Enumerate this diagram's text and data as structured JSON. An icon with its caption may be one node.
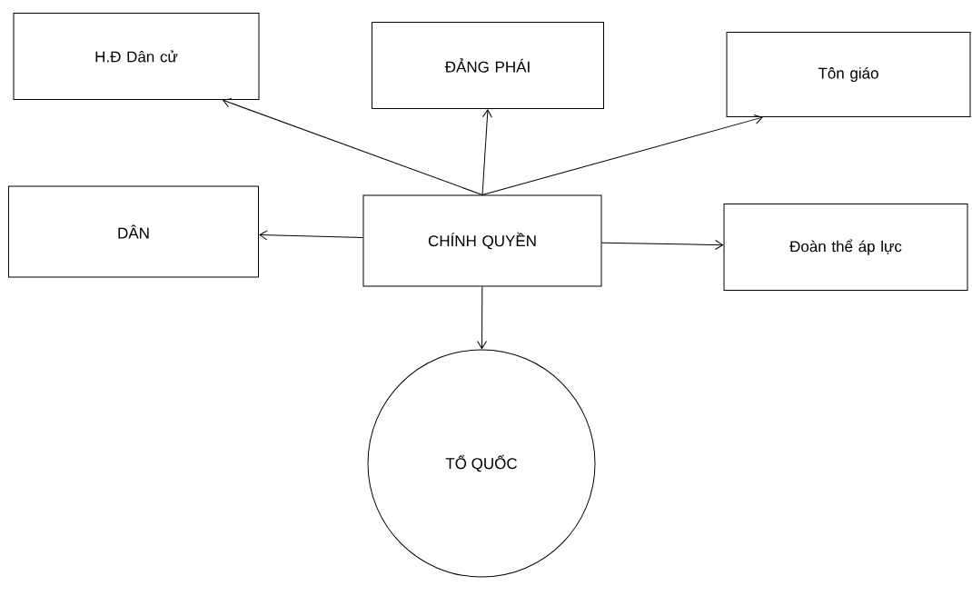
{
  "diagram": {
    "nodes": [
      {
        "text": [
          "H.Đ Dân cử"
        ]
      },
      {
        "text": [
          "ĐẢNG PHÁI"
        ]
      },
      {
        "text": [
          "Tôn giáo"
        ]
      },
      {
        "text": [
          "DÂN"
        ]
      },
      {
        "text": [
          "CHÍNH QUYỀN"
        ]
      },
      {
        "text": [
          "Đoàn thể áp lực"
        ]
      },
      {
        "text": [
          "TỔ QUỐC"
        ]
      }
    ],
    "edges": [
      {
        "from": 4,
        "to": 0,
        "arrow": "to"
      },
      {
        "from": 4,
        "to": 1,
        "arrow": "to"
      },
      {
        "from": 4,
        "to": 2,
        "arrow": "to"
      },
      {
        "from": 4,
        "to": 3,
        "arrow": "to"
      },
      {
        "from": 4,
        "to": 5,
        "arrow": "to"
      },
      {
        "from": 4,
        "to": 6,
        "arrow": "to"
      }
    ]
  }
}
